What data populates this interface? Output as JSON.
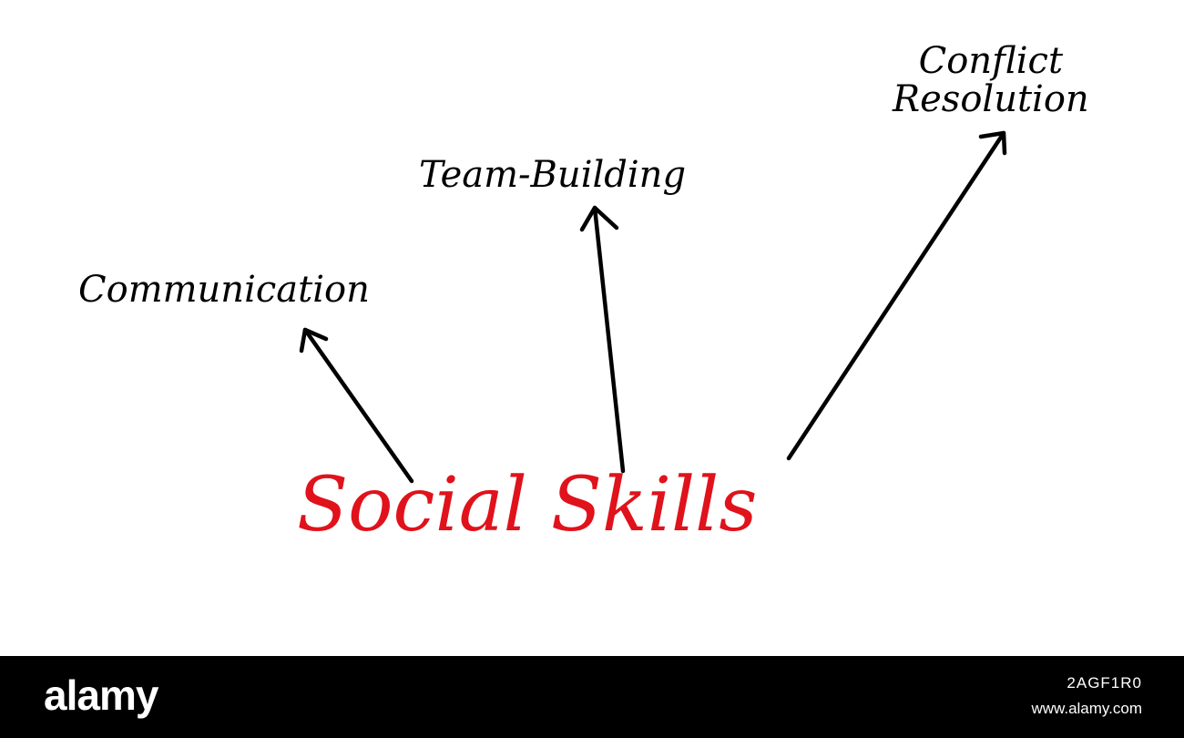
{
  "diagram": {
    "central_topic": "Social Skills",
    "central_color": "#e0121b",
    "branches": [
      {
        "label": "Communication"
      },
      {
        "label": "Team-Building"
      },
      {
        "label_lines": [
          "Conflict",
          "Resolution"
        ]
      }
    ],
    "arrow_color": "#000000"
  },
  "footer": {
    "logo": "alamy",
    "image_id": "2AGF1R0",
    "url": "www.alamy.com"
  }
}
